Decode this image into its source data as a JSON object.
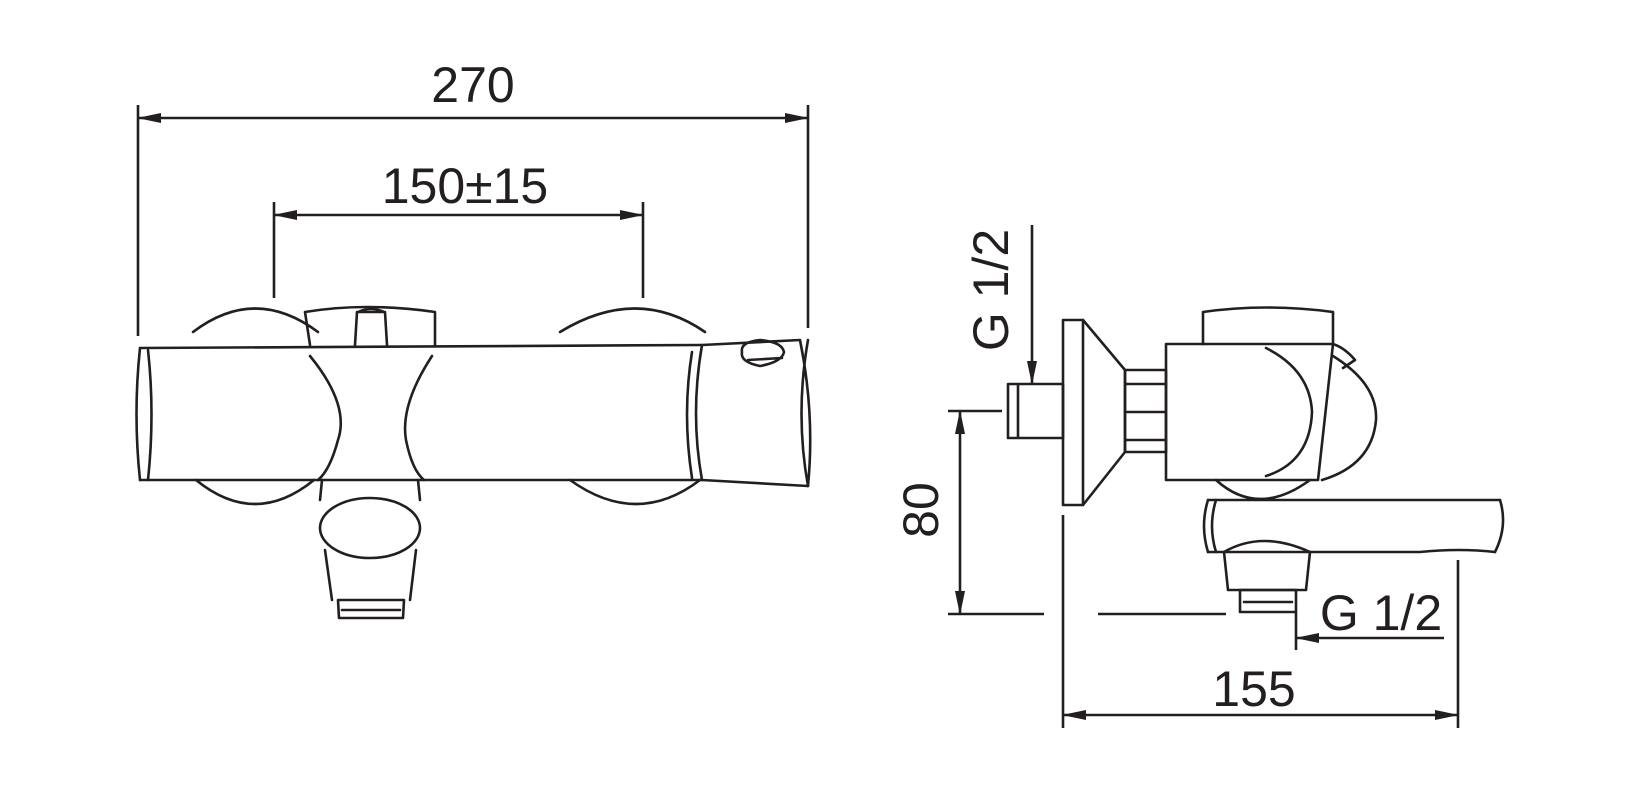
{
  "dimensions": {
    "overall_length": "270",
    "inlet_spacing": "150±15",
    "inlet_thread": "G 1/2",
    "outlet_thread": "G 1/2",
    "outlet_height": "80",
    "projection_depth": "155"
  },
  "colors": {
    "line": "#231f20",
    "background": "#ffffff"
  }
}
